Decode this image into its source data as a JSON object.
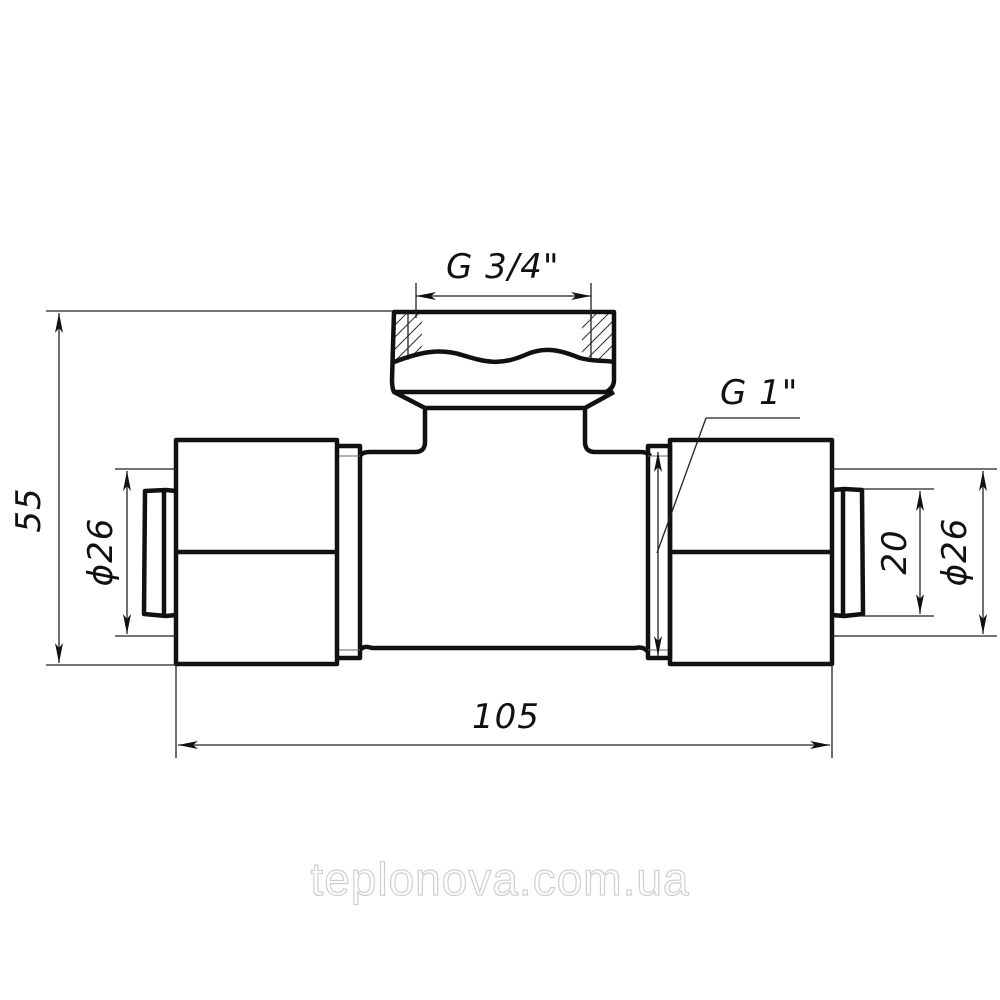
{
  "drawing": {
    "title": "Tee fitting technical drawing",
    "line_color": "#111111",
    "background": "#ffffff"
  },
  "dimensions": {
    "top_thread": "G 3/4\"",
    "side_thread": "G 1\"",
    "overall_height": "55",
    "left_diameter": "ϕ26",
    "right_inner": "20",
    "right_diameter": "ϕ26",
    "overall_length": "105"
  },
  "watermark": {
    "text": "teplonova.com.ua",
    "color": "#cfcfcf"
  }
}
